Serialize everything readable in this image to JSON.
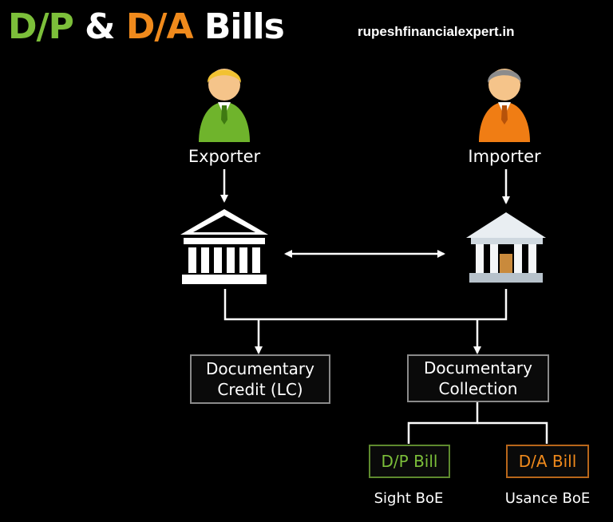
{
  "title": {
    "part1": "D/P",
    "part2": "&",
    "part3": "D/A",
    "part4": "Bills"
  },
  "website": "rupeshfinancialexpert.in",
  "exporter": {
    "label": "Exporter"
  },
  "importer": {
    "label": "Importer"
  },
  "boxes": {
    "documentary_credit": {
      "line1": "Documentary",
      "line2": "Credit (LC)"
    },
    "documentary_collection": {
      "line1": "Documentary",
      "line2": "Collection"
    },
    "dp_bill": {
      "label": "D/P Bill",
      "sub": "Sight BoE"
    },
    "da_bill": {
      "label": "D/A Bill",
      "sub": "Usance BoE"
    }
  },
  "colors": {
    "green": "#7cbf3a",
    "orange": "#f08a1c",
    "gray_border": "#8a8a8a",
    "line": "#ffffff"
  }
}
